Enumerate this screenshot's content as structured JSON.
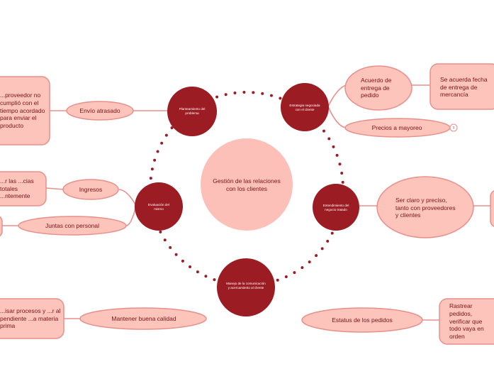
{
  "central": "Gestión de las relaciones con los clientes",
  "hubs": {
    "planteamiento": "Planteamiento del problema",
    "estrategia": "Estrategia negociada con el cliente",
    "entendimiento": "Entendimiento del negocio tratado",
    "manejo": "Manejo de la comunicación y acercamiento al cliente",
    "evaluacion": "Evaluación del mismo"
  },
  "topics": {
    "envio": "Envío atrasado",
    "acuerdo": "Acuerdo de entrega de pedido",
    "precios": "Precios a mayoreo",
    "precios_badge": "1",
    "claro": "Ser claro y preciso, tanto con proveedores y clientes",
    "ingresos": "Ingresos",
    "juntas": "Juntas con personal",
    "calidad": "Mantener buena calidad",
    "estatus": "Estatus de los pedidos"
  },
  "details": {
    "proveedor": "...proveedor no cumplió con el tiempo acordado para enviar el producto",
    "fecha": "Se acuerda fecha de entrega de mercancía",
    "ganancias": "...r las ...cias totales ...ntemente",
    "revisar": "...isar procesos y ...r al pendiente ...a materia prima",
    "rastrear": "Rastrear pedidos, verificar que todo vaya en orden"
  },
  "colors": {
    "hub": "#9b1c22",
    "central": "#fdc0b8",
    "node_fill": "#fcc4bb",
    "node_stroke": "#e88f8a",
    "line": "#e88f8a",
    "dots": "#9b1c22"
  }
}
